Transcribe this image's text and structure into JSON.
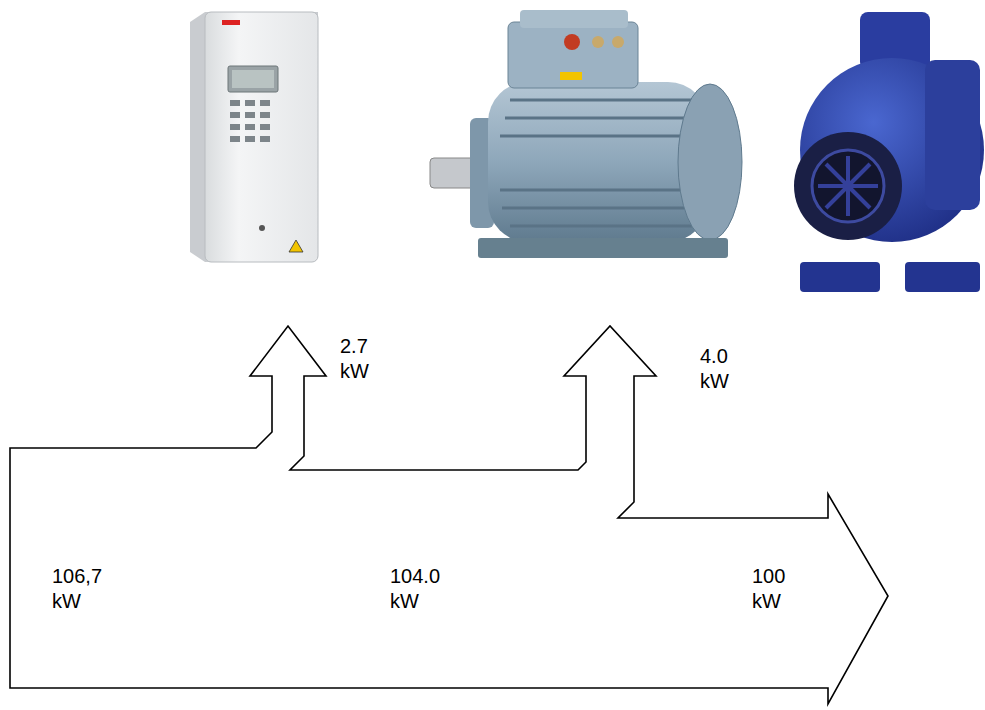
{
  "diagram": {
    "nodes": [
      {
        "text": [
          "106,7 kW",
          "104.0 kW",
          "100 kW"
        ]
      }
    ],
    "labels": [
      "2.7 kW",
      "4.0 kW"
    ]
  }
}
